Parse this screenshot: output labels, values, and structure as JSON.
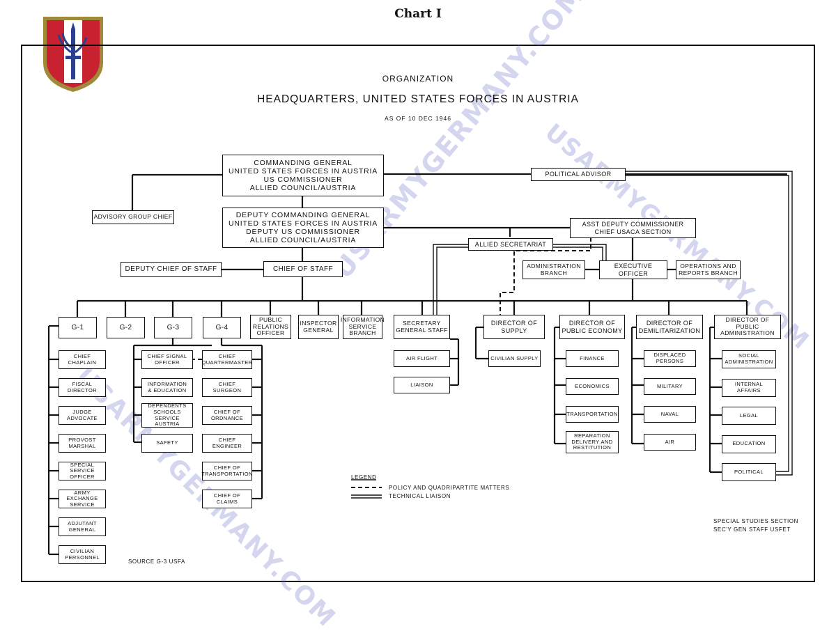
{
  "page": {
    "chart_label": "Chart I"
  },
  "header": {
    "line1": "ORGANIZATION",
    "line2": "HEADQUARTERS, UNITED STATES FORCES IN AUSTRIA",
    "line3": "AS OF 10 DEC 1946"
  },
  "boxes": {
    "cg": [
      "COMMANDING GENERAL",
      "UNITED STATES FORCES IN AUSTRIA",
      "US COMMISSIONER",
      "ALLIED COUNCIL/AUSTRIA"
    ],
    "dcg": [
      "DEPUTY COMMANDING GENERAL",
      "UNITED STATES FORCES IN AUSTRIA",
      "DEPUTY US COMMISSIONER",
      "ALLIED COUNCIL/AUSTRIA"
    ],
    "political_advisor": "POLITICAL ADVISOR",
    "advisory_group": "ADVISORY GROUP CHIEF",
    "deputy_cos": "DEPUTY CHIEF OF STAFF",
    "cos": "CHIEF OF STAFF",
    "allied_secretariat": "ALLIED SECRETARIAT",
    "asst_deputy": [
      "ASST DEPUTY COMMISSIONER",
      "CHIEF USACA SECTION"
    ],
    "admin_branch": [
      "ADMINISTRATION",
      "BRANCH"
    ],
    "exec_officer": [
      "EXECUTIVE",
      "OFFICER"
    ],
    "ops_reports": [
      "OPERATIONS AND",
      "REPORTS BRANCH"
    ],
    "g1": "G-1",
    "g2": "G-2",
    "g3": "G-3",
    "g4": "G-4",
    "public_relations": [
      "PUBLIC",
      "RELATIONS",
      "OFFICER"
    ],
    "inspector_general": [
      "INSPECTOR",
      "GENERAL"
    ],
    "info_service": [
      "INFORMATION",
      "SERVICE",
      "BRANCH"
    ],
    "secretary_gs": [
      "SECRETARY",
      "GENERAL STAFF"
    ],
    "dir_supply": [
      "DIRECTOR OF",
      "SUPPLY"
    ],
    "dir_pub_econ": [
      "DIRECTOR OF",
      "PUBLIC ECONOMY"
    ],
    "dir_demil": [
      "DIRECTOR OF",
      "DEMILITARIZATION"
    ],
    "dir_pub_admin": [
      "DIRECTOR OF",
      "PUBLIC",
      "ADMINISTRATION"
    ],
    "g1_items": [
      [
        "CHIEF",
        "CHAPLAIN"
      ],
      [
        "FISCAL",
        "DIRECTOR"
      ],
      [
        "JUDGE",
        "ADVOCATE"
      ],
      [
        "PROVOST",
        "MARSHAL"
      ],
      [
        "SPECIAL SERVICE",
        "OFFICER"
      ],
      [
        "ARMY EXCHANGE",
        "SERVICE"
      ],
      [
        "ADJUTANT",
        "GENERAL"
      ],
      [
        "CIVILIAN",
        "PERSONNEL"
      ]
    ],
    "g3_items": [
      [
        "CHIEF SIGNAL",
        "OFFICER"
      ],
      [
        "INFORMATION",
        "& EDUCATION"
      ],
      [
        "DEPENDENTS",
        "SCHOOLS SERVICE",
        "AUSTRIA"
      ],
      [
        "SAFETY"
      ]
    ],
    "g4_items": [
      [
        "CHIEF",
        "QUARTERMASTER"
      ],
      [
        "CHIEF",
        "SURGEON"
      ],
      [
        "CHIEF OF",
        "ORDNANCE"
      ],
      [
        "CHIEF",
        "ENGINEER"
      ],
      [
        "CHIEF OF",
        "TRANSPORTATION"
      ],
      [
        "CHIEF OF",
        "CLAIMS"
      ]
    ],
    "sgs_items": [
      [
        "AIR FLIGHT"
      ],
      [
        "LIAISON"
      ]
    ],
    "supply_items": [
      [
        "CIVILIAN SUPPLY"
      ]
    ],
    "econ_items": [
      [
        "FINANCE"
      ],
      [
        "ECONOMICS"
      ],
      [
        "TRANSPORTATION"
      ],
      [
        "REPARATION",
        "DELIVERY AND",
        "RESTITUTION"
      ]
    ],
    "demil_items": [
      [
        "DISPLACED",
        "PERSONS"
      ],
      [
        "MILITARY"
      ],
      [
        "NAVAL"
      ],
      [
        "AIR"
      ]
    ],
    "admin_items": [
      [
        "SOCIAL",
        "ADMINISTRATION"
      ],
      [
        "INTERNAL AFFAIRS"
      ],
      [
        "LEGAL"
      ],
      [
        "EDUCATION"
      ],
      [
        "POLITICAL"
      ]
    ]
  },
  "legend": {
    "title": "LEGEND",
    "policy": "POLICY AND QUADRIPARTITE MATTERS",
    "technical": "TECHNICAL LIAISON"
  },
  "footer": {
    "source": "SOURCE G-3 USFA",
    "special_1": "SPECIAL STUDIES SECTION",
    "special_2": "SEC'Y GEN STAFF USFET"
  },
  "watermark": "USARMYGERMANY.COM",
  "colors": {
    "ink": "#111111",
    "patch_red": "#c8212f",
    "patch_blue": "#2a3f8f",
    "patch_border": "#a08a3a",
    "watermark": "#6e78c8"
  }
}
